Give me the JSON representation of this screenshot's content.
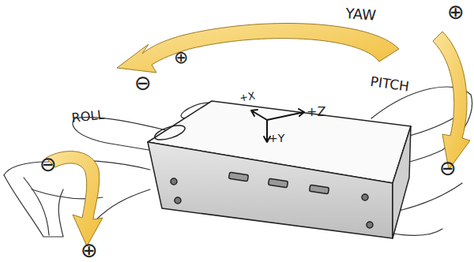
{
  "diagram": {
    "labels": [
      "YAW",
      "⊖",
      "⊕",
      "⊕",
      "PITCH",
      "⊖",
      "+X",
      "+Z",
      "+Y",
      "ROLL",
      "⊖",
      "⊕"
    ]
  }
}
